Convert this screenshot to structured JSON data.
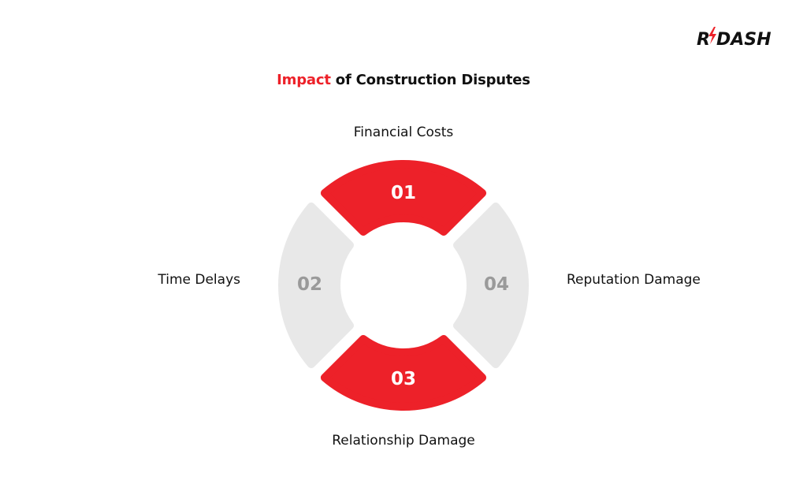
{
  "logo": {
    "text_left": "R",
    "text_right": "DASH",
    "bolt_color": "#ed2129"
  },
  "title": {
    "accent": "Impact",
    "rest": " of Construction Disputes"
  },
  "colors": {
    "accent": "#ed2129",
    "inactive": "#e8e8e8",
    "inactive_text": "#9a9a9a",
    "active_text": "#ffffff",
    "text": "#111111"
  },
  "segments": [
    {
      "number": "01",
      "label": "Financial Costs",
      "position": "top",
      "active": true
    },
    {
      "number": "02",
      "label": "Time Delays",
      "position": "left",
      "active": false
    },
    {
      "number": "03",
      "label": "Relationship Damage",
      "position": "bottom",
      "active": true
    },
    {
      "number": "04",
      "label": "Reputation Damage",
      "position": "right",
      "active": false
    }
  ]
}
